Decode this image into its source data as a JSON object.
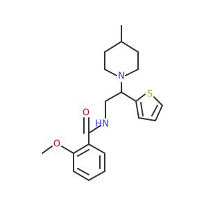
{
  "structure": {
    "atoms": {
      "nitrogen_piperidine": "N",
      "nitrogen_amide": "N",
      "hydrogen_amide": "H",
      "sulfur": "S",
      "oxygen_carbonyl": "O",
      "oxygen_methoxy": "O"
    },
    "colors": {
      "bond": "#333333",
      "nitrogen": "#3333ff",
      "oxygen": "#ff0000",
      "sulfur": "#b3b300"
    }
  }
}
